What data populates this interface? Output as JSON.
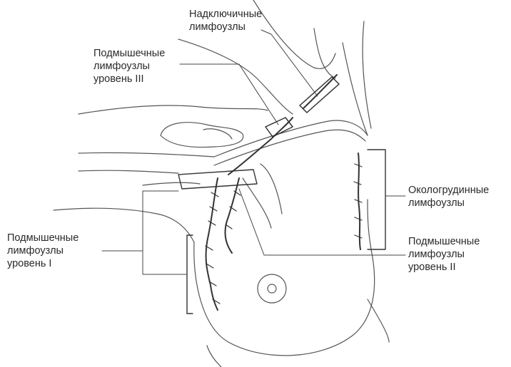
{
  "labels": {
    "supraclavicular": {
      "line1": "Надключичные",
      "line2": "лимфоузлы"
    },
    "axillary_3": {
      "line1": "Подмышечные",
      "line2": "лимфоузлы",
      "line3": "уровень III"
    },
    "parasternal": {
      "line1": "Окологрудинные",
      "line2": "лимфоузлы"
    },
    "axillary_2": {
      "line1": "Подмышечные",
      "line2": "лимфоузлы",
      "line3": "уровень II"
    },
    "axillary_1": {
      "line1": "Подмышечные",
      "line2": "лимфоузлы",
      "line3": "уровень I"
    }
  },
  "colors": {
    "ink": "#3a3a3a",
    "background": "#ffffff"
  }
}
